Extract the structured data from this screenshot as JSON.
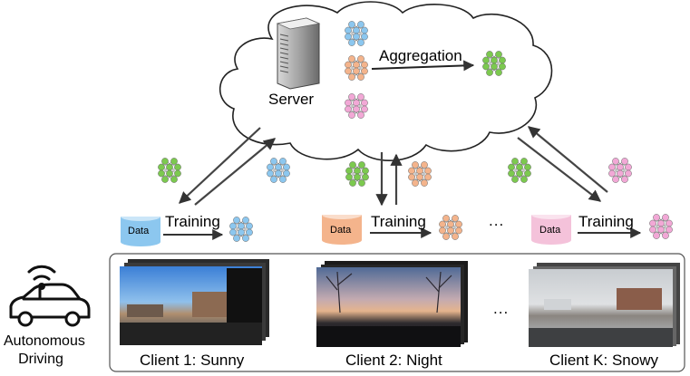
{
  "server": {
    "label": "Server"
  },
  "aggregation": {
    "label": "Aggregation"
  },
  "clients": [
    {
      "data_label": "Data",
      "training_label": "Training",
      "caption": "Client 1: Sunny",
      "color": "#8cc7ef",
      "data_color": "#8cc7ef"
    },
    {
      "data_label": "Data",
      "training_label": "Training",
      "caption": "Client 2: Night",
      "color": "#f4b48c",
      "data_color": "#f4b48c"
    },
    {
      "data_label": "Data",
      "training_label": "Training",
      "caption": "Client K: Snowy",
      "color": "#f2a8d6",
      "data_color": "#f4c2da"
    }
  ],
  "ellipsis": "...",
  "vehicle": {
    "label": "Autonomous Driving",
    "icon": "car-wifi-icon"
  },
  "global_model_color": "#7cc94f",
  "colors": {
    "arrow": "#333333",
    "box_border": "#555555",
    "cloud_border": "#222222"
  }
}
